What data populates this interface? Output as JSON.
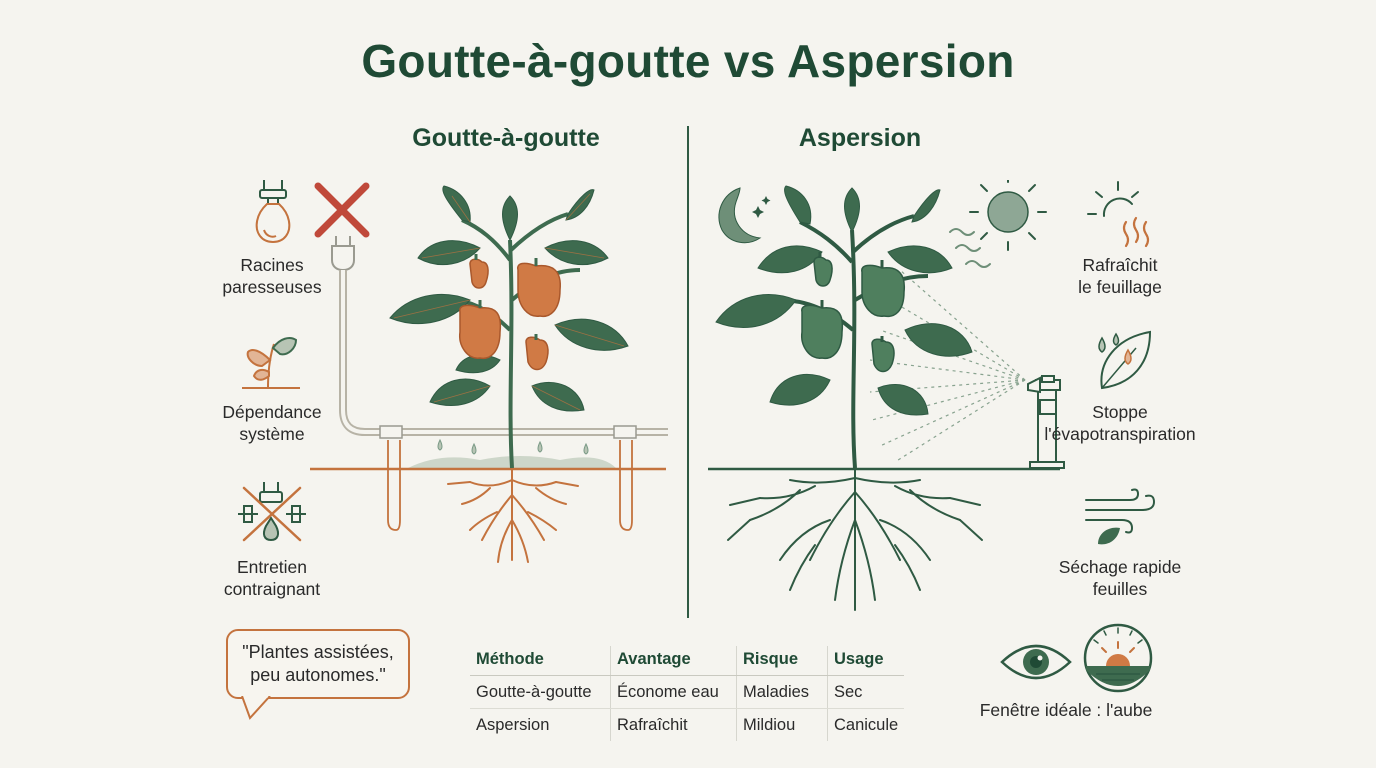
{
  "title": "Goutte-à-goutte vs Aspersion",
  "left": {
    "heading": "Goutte-à-goutte",
    "labels": [
      {
        "line1": "Racines",
        "line2": "paresseuses",
        "icon": "bulb-plug-icon"
      },
      {
        "line1": "Dépendance",
        "line2": "système",
        "icon": "wilted-plant-icon"
      },
      {
        "line1": "Entretien",
        "line2": "contraignant",
        "icon": "broken-pipe-icon"
      }
    ],
    "quote": {
      "line1": "\"Plantes assistées,",
      "line2": "peu autonomes.\""
    }
  },
  "right": {
    "heading": "Aspersion",
    "labels": [
      {
        "line1": "Rafraîchit",
        "line2": "le feuillage",
        "icon": "sun-heat-icon"
      },
      {
        "line1": "Stoppe",
        "line2": "l'évapotranspiration",
        "icon": "leaf-drops-icon"
      },
      {
        "line1": "Séchage rapide",
        "line2": "feuilles",
        "icon": "wind-leaf-icon"
      }
    ],
    "dawn": "Fenêtre idéale : l'aube"
  },
  "table": {
    "headers": [
      "Méthode",
      "Avantage",
      "Risque",
      "Usage"
    ],
    "rows": [
      [
        "Goutte-à-goutte",
        "Économe eau",
        "Maladies",
        "Sec"
      ],
      [
        "Aspersion",
        "Rafraîchit",
        "Mildiou",
        "Canicule"
      ]
    ]
  },
  "colors": {
    "green": "#1f4a35",
    "plant": "#3e6b4f",
    "orange": "#c4733e",
    "red": "#c0493a"
  }
}
